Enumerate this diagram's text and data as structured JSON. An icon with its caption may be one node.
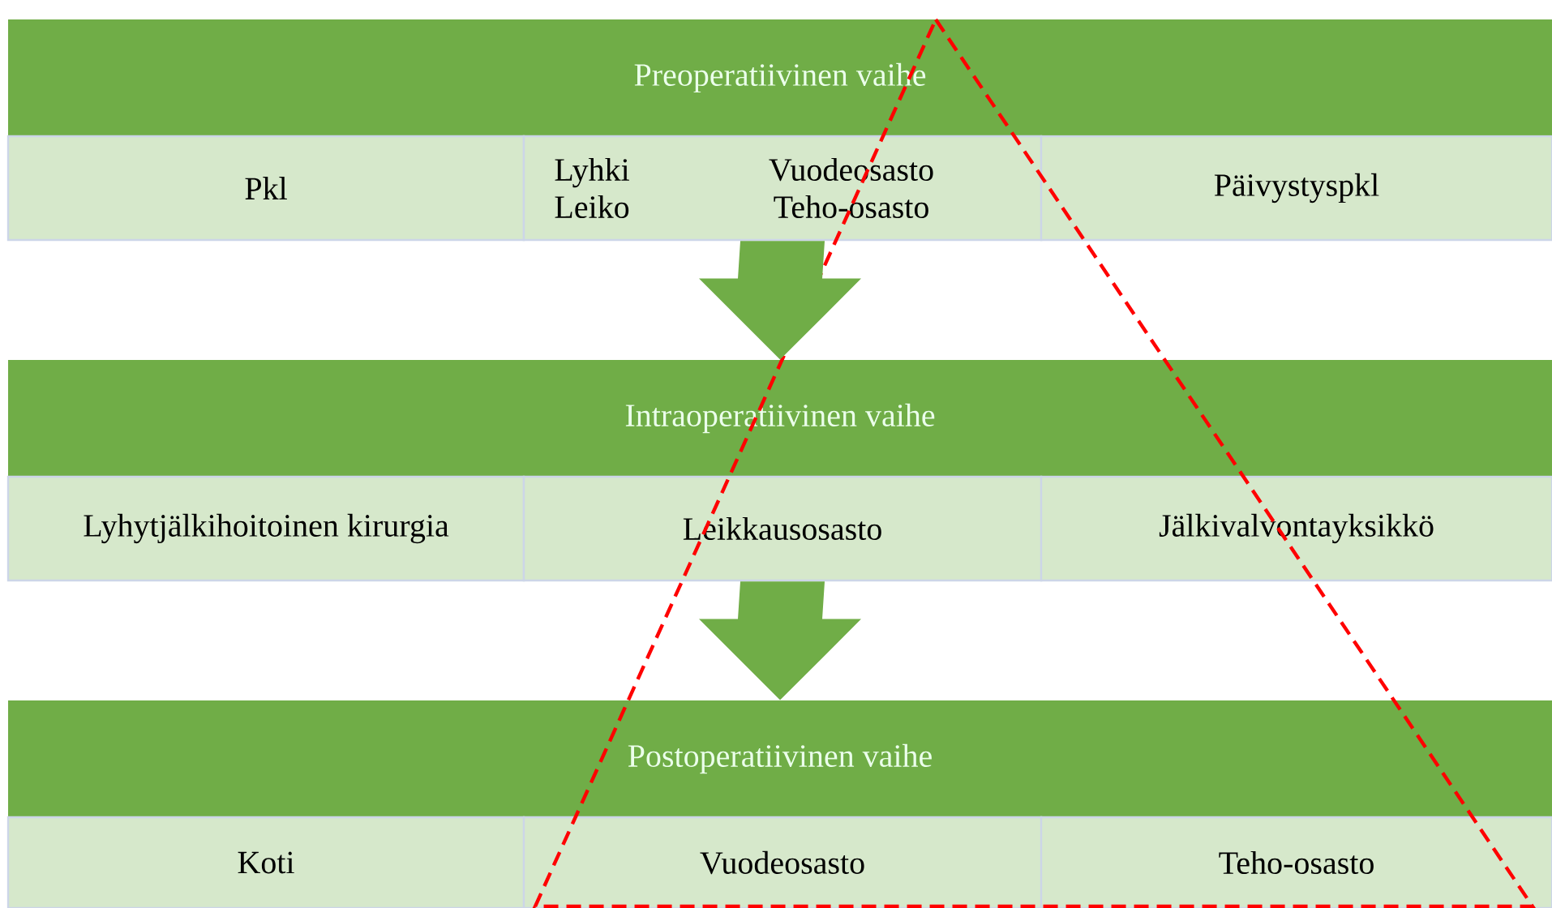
{
  "diagram": {
    "nodes": [
      {
        "text": [
          "Preoperatiivinen vaihe"
        ]
      },
      {
        "text": [
          "Pkl"
        ]
      },
      {
        "text": [
          "Lyhki Leiko",
          "Vuodeosasto Teho-osasto"
        ]
      },
      {
        "text": [
          "Päivystyspkl"
        ]
      },
      {
        "text": [
          "Intraoperatiivinen vaihe"
        ]
      },
      {
        "text": [
          "Lyhytjälkihoitoinen kirurgia"
        ]
      },
      {
        "text": [
          "Leikkausosasto"
        ]
      },
      {
        "text": [
          "Jälkivalvontayksikkö"
        ]
      },
      {
        "text": [
          "Postoperatiivinen vaihe"
        ]
      },
      {
        "text": [
          "Koti"
        ]
      },
      {
        "text": [
          "Vuodeosasto"
        ]
      },
      {
        "text": [
          "Teho-osasto"
        ]
      }
    ],
    "edges": [
      {
        "from": 2,
        "to": 4,
        "arrow": "to",
        "style": "thick"
      },
      {
        "from": 6,
        "to": 8,
        "arrow": "to",
        "style": "thick"
      }
    ]
  }
}
